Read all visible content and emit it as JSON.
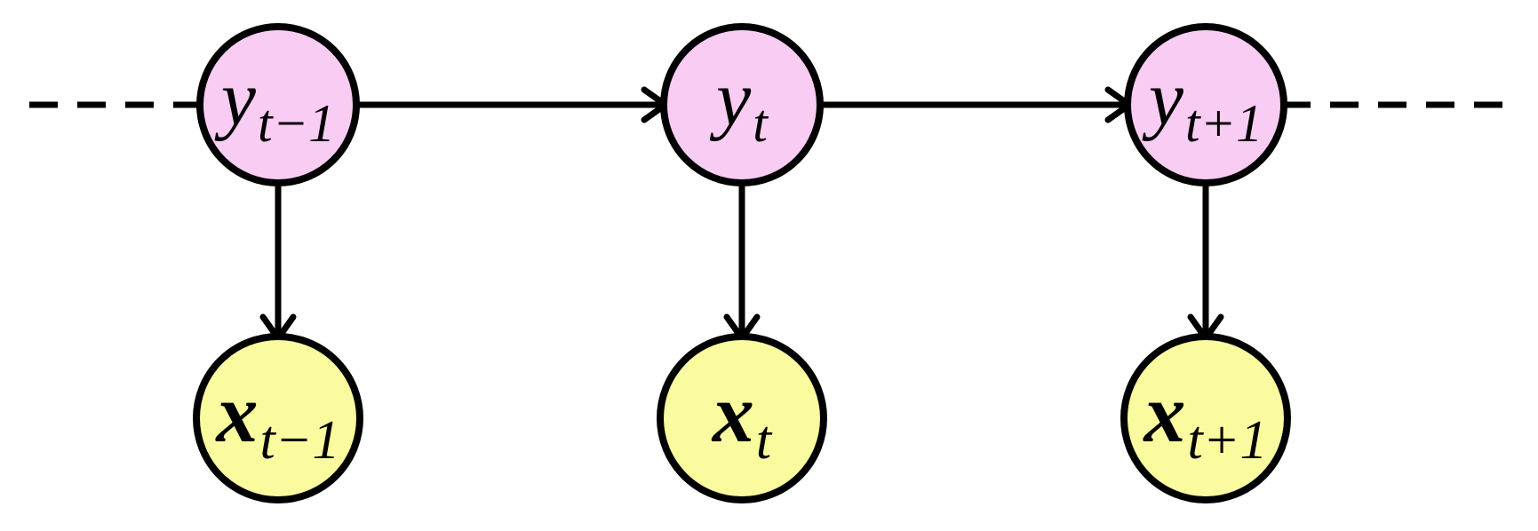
{
  "diagram": {
    "type": "graphical-model",
    "name": "hidden-markov-model",
    "background_color": "#ffffff",
    "stroke_color": "#000000",
    "hidden_node_fill": "#f9ccf4",
    "observed_node_fill": "#fafa9e",
    "columns": [
      {
        "id": "t-1",
        "hidden_label": {
          "base": "y",
          "subscript": "t−1"
        },
        "observed_label": {
          "base": "x",
          "subscript": "t−1"
        }
      },
      {
        "id": "t",
        "hidden_label": {
          "base": "y",
          "subscript": "t"
        },
        "observed_label": {
          "base": "x",
          "subscript": "t"
        }
      },
      {
        "id": "t+1",
        "hidden_label": {
          "base": "y",
          "subscript": "t+1"
        },
        "observed_label": {
          "base": "x",
          "subscript": "t+1"
        }
      }
    ],
    "edges": [
      {
        "type": "transition",
        "from": "t-1",
        "to": "t"
      },
      {
        "type": "transition",
        "from": "t",
        "to": "t+1"
      },
      {
        "type": "emission",
        "from": "t-1",
        "to": "t-1"
      },
      {
        "type": "emission",
        "from": "t",
        "to": "t"
      },
      {
        "type": "emission",
        "from": "t+1",
        "to": "t+1"
      }
    ],
    "continuation": {
      "left_dashed": true,
      "right_dashed": true
    }
  }
}
